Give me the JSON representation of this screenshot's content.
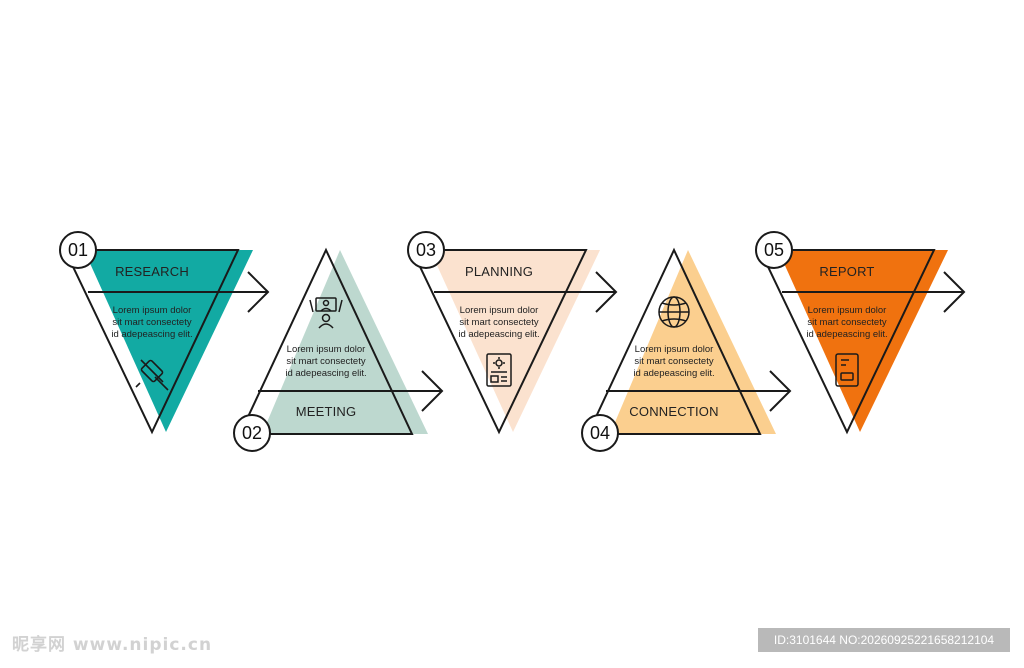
{
  "steps": [
    {
      "number": "01",
      "title": "RESEARCH",
      "body": [
        "Lorem ipsum dolor",
        "sit mart consectety",
        "id adepeascing elit."
      ],
      "icon": "pushpin-icon",
      "color": "#12aaa3",
      "orientation": "down"
    },
    {
      "number": "02",
      "title": "MEETING",
      "body": [
        "Lorem ipsum dolor",
        "sit mart consectety",
        "id adepeascing elit."
      ],
      "icon": "video-conference-icon",
      "color": "#bdd8cf",
      "orientation": "up"
    },
    {
      "number": "03",
      "title": "PLANNING",
      "body": [
        "Lorem ipsum dolor",
        "sit mart consectety",
        "id adepeascing elit."
      ],
      "icon": "document-gear-icon",
      "color": "#fbe2cf",
      "orientation": "down"
    },
    {
      "number": "04",
      "title": "CONNECTION",
      "body": [
        "Lorem ipsum dolor",
        "sit mart consectety",
        "id adepeascing elit."
      ],
      "icon": "globe-icon",
      "color": "#fbcf8f",
      "orientation": "up"
    },
    {
      "number": "05",
      "title": "REPORT",
      "body": [
        "Lorem ipsum dolor",
        "sit mart consectety",
        "id adepeascing elit."
      ],
      "icon": "report-card-icon",
      "color": "#f0720f",
      "orientation": "down"
    }
  ],
  "watermark": {
    "left": "昵享网 www.nipic.cn",
    "right": "ID:3101644 NO:20260925221658212104"
  }
}
